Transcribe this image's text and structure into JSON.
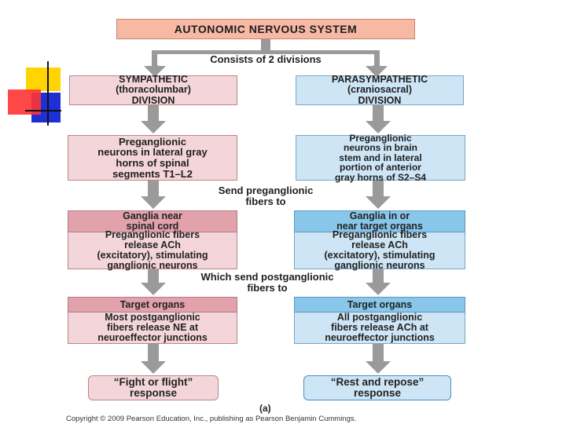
{
  "diagram": {
    "title": "AUTONOMIC NERVOUS SYSTEM",
    "divisions_label": "Consists of 2 divisions",
    "sympathetic": {
      "division": "SYMPATHETIC\n(thoracolumbar)\nDIVISION",
      "preganglionic": "Preganglionic\nneurons in lateral gray\nhorns of spinal\nsegments T1–L2",
      "ganglia": "Ganglia near\nspinal cord",
      "preganglionic_fibers": "Preganglionic fibers\nrelease ACh\n(excitatory), stimulating\nganglionic neurons",
      "target": "Target organs",
      "postganglionic": "Most postganglionic\nfibers release NE at\nneuroeffector junctions",
      "response": "“Fight or flight”\nresponse"
    },
    "parasympathetic": {
      "division": "PARASYMPATHETIC\n(craniosacral)\nDIVISION",
      "preganglionic": "Preganglionic\nneurons in brain\nstem and in lateral\nportion of anterior\ngray horns of S2–S4",
      "ganglia": "Ganglia in or\nnear target organs",
      "preganglionic_fibers": "Preganglionic fibers\nrelease ACh\n(excitatory), stimulating\nganglionic neurons",
      "target": "Target organs",
      "postganglionic": "All postganglionic\nfibers release ACh at\nneuroeffector junctions",
      "response": "“Rest and repose”\nresponse"
    },
    "send_preganglionic": "Send preganglionic\nfibers to",
    "send_postganglionic": "Which send postganglionic\nfibers to",
    "figure_label": "(a)",
    "copyright": "Copyright © 2009 Pearson Education, Inc., publishing as Pearson Benjamin Cummings."
  },
  "colors": {
    "arrow": "#9a9a9a",
    "sympathetic_light": "#f4d6da",
    "sympathetic_strong": "#e1a2ac",
    "parasympathetic_light": "#cde5f4",
    "parasympathetic_strong": "#88c6ea",
    "title": "#f7b8a4"
  }
}
